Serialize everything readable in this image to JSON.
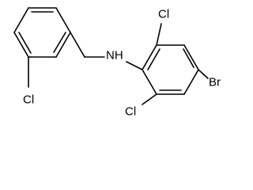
{
  "molecule": {
    "atoms": {
      "amine": "NH",
      "chlorine_benzyl": "Cl",
      "chlorine_upper": "Cl",
      "chlorine_lower": "Cl",
      "bromine": "Br"
    }
  },
  "colors": {
    "bond": "#000000",
    "text": "#000000",
    "background": "#ffffff"
  }
}
